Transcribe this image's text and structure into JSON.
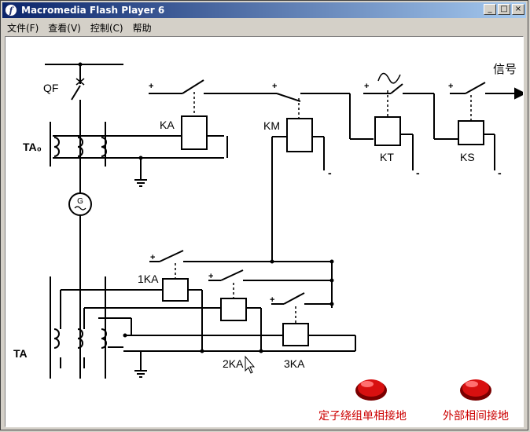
{
  "window": {
    "title": "Macromedia Flash Player 6",
    "icon": "flash-player-icon",
    "controls": [
      "minimize",
      "maximize",
      "close"
    ]
  },
  "menu": [
    {
      "label": "文件(F)"
    },
    {
      "label": "查看(V)"
    },
    {
      "label": "控制(C)"
    },
    {
      "label": "帮助"
    }
  ],
  "diagram": {
    "labels": {
      "qf": "QF",
      "ta0": "TA₀",
      "ta": "TA",
      "ka": "KA",
      "km": "KM",
      "kt": "KT",
      "ks": "KS",
      "ka1": "1KA",
      "ka2": "2KA",
      "ka3": "3KA",
      "signal": "信号",
      "plus": "+",
      "minus": "-",
      "generator": "G"
    },
    "buttons": {
      "stator_fault": "定子绕组单相接地",
      "external_fault": "外部相间接地"
    },
    "colors": {
      "line": "#000000",
      "button_label": "#cc0000",
      "button_red": "#d81010"
    }
  }
}
